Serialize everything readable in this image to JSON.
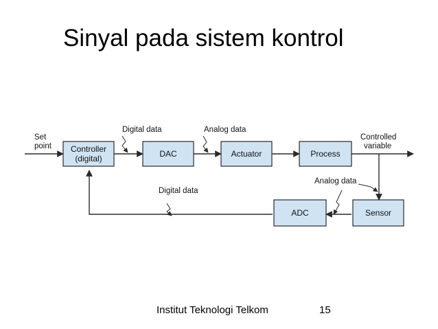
{
  "slide": {
    "title": "Sinyal pada sistem kontrol",
    "footer": "Institut Teknologi Telkom",
    "page_number": "15"
  },
  "diagram": {
    "blocks": {
      "controller_line1": "Controller",
      "controller_line2": "(digital)",
      "dac": "DAC",
      "actuator": "Actuator",
      "process": "Process",
      "adc": "ADC",
      "sensor": "Sensor"
    },
    "labels": {
      "set_point_line1": "Set",
      "set_point_line2": "point",
      "digital_data_top": "Digital data",
      "analog_data_top": "Analog data",
      "controlled_line1": "Controlled",
      "controlled_line2": "variable",
      "analog_data_right": "Analog data",
      "digital_data_feedback": "Digital data"
    },
    "colors": {
      "block_fill": "#cfe3f3",
      "line": "#2a2a2a"
    }
  }
}
